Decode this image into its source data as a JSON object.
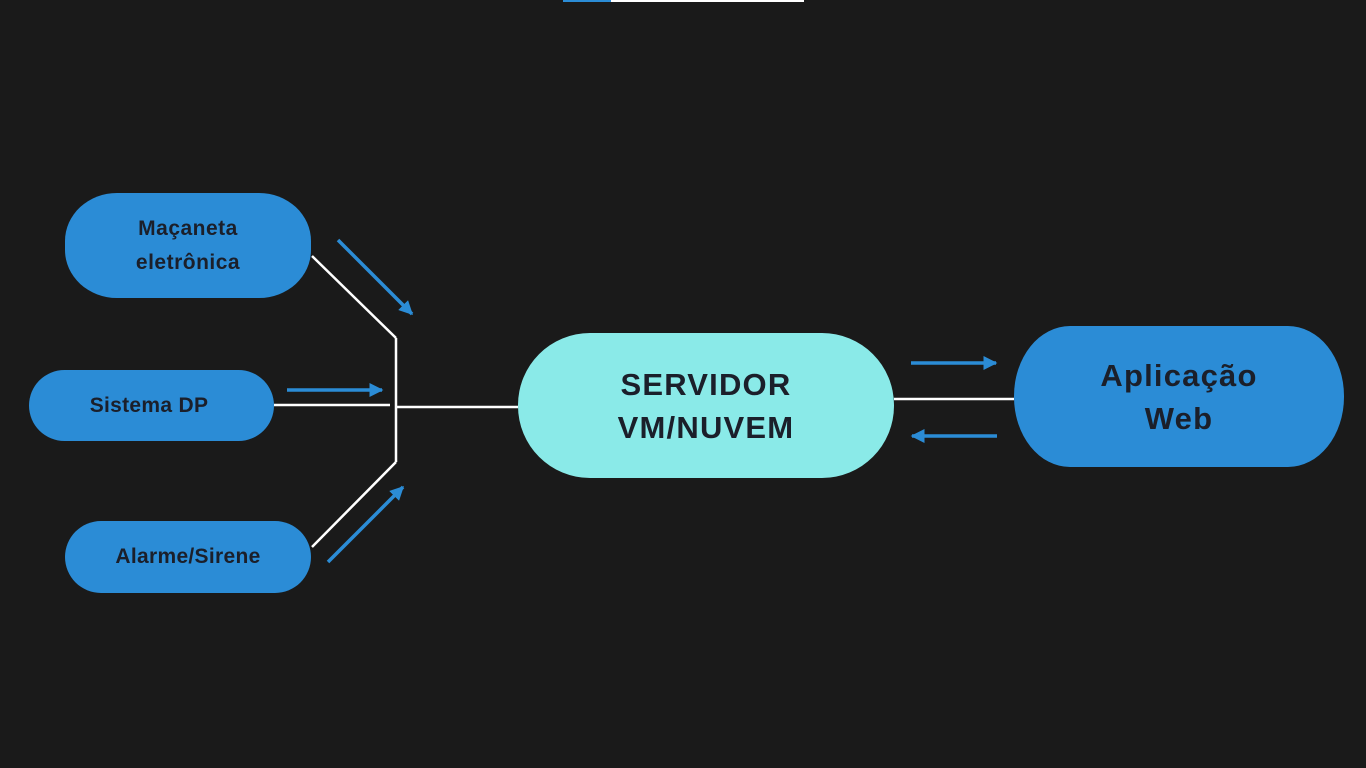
{
  "nodes": {
    "macaneta": {
      "label": "Maçaneta\neletrônica"
    },
    "sistema": {
      "label": "Sistema DP"
    },
    "alarme": {
      "label": "Alarme/Sirene"
    },
    "servidor": {
      "label": "SERVIDOR\nVM/NUVEM"
    },
    "aplicacao": {
      "label": "Aplicação\nWeb"
    }
  },
  "colors": {
    "background": "#1a1a1a",
    "node_blue": "#2b8cd6",
    "node_cyan": "#8aeae8",
    "connector": "#ffffff",
    "arrow": "#2b8cd6",
    "text": "#1b1f2a"
  },
  "edges": [
    {
      "from": "macaneta",
      "to": "servidor"
    },
    {
      "from": "sistema",
      "to": "servidor"
    },
    {
      "from": "alarme",
      "to": "servidor"
    },
    {
      "from": "servidor",
      "to": "aplicacao"
    },
    {
      "from": "aplicacao",
      "to": "servidor"
    }
  ]
}
